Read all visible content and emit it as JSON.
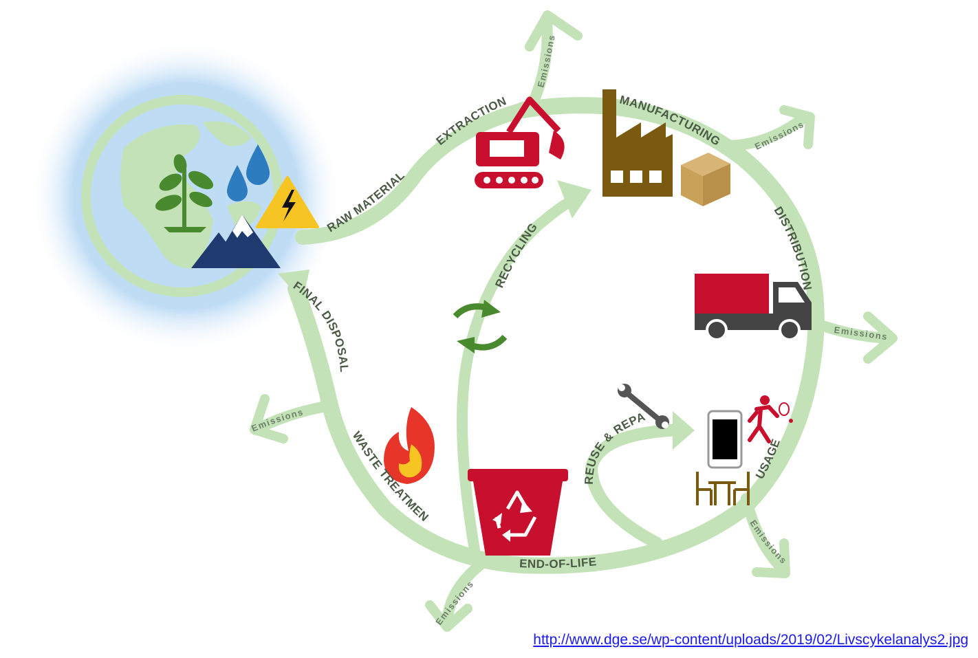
{
  "stages": {
    "raw_material": "RAW MATERIAL",
    "extraction": "EXTRACTION",
    "manufacturing": "MANUFACTURING",
    "distribution": "DISTRIBUTION",
    "usage": "USAGE",
    "reuse_repair": "REUSE & REPAIR",
    "end_of_life": "END-OF-LIFE",
    "recycling": "RECYCLING",
    "waste_treatment": "WASTE TREATMENT",
    "final_disposal": "FINAL DISPOSAL"
  },
  "emissions_label": "Emissions",
  "source_url": "http://www.dge.se/wp-content/uploads/2019/02/Livscykelanalys2.jpg",
  "colors": {
    "cycle_green": "#c4e2b8",
    "red": "#c8102e",
    "brown": "#7a5a10",
    "box_tan": "#c9a25a",
    "leaf_green": "#4a8a2e",
    "water_blue": "#2d7cc0",
    "mountain_navy": "#1f3a6e",
    "hazard_yellow": "#f6c423",
    "globe_blue": "#bfdcf5"
  },
  "icons": [
    "earth-resources-icon",
    "excavator-icon",
    "factory-icon",
    "cardboard-box-icon",
    "truck-icon",
    "smartphone-icon",
    "tennis-player-icon",
    "table-chairs-icon",
    "wrench-icon",
    "recycle-bin-icon",
    "fire-icon",
    "recycle-arrows-icon"
  ]
}
